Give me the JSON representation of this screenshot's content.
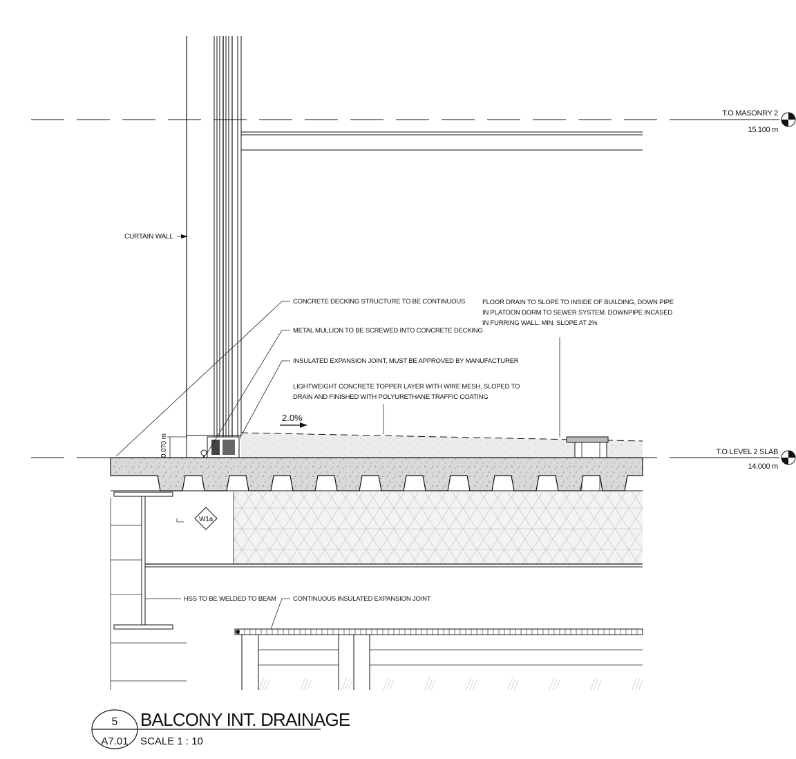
{
  "levels": {
    "masonry": {
      "name": "T.O MASONRY 2",
      "elevation": "15.100 m"
    },
    "slab": {
      "name": "T.O LEVEL 2 SLAB",
      "elevation": "14.000 m"
    }
  },
  "notes": {
    "curtain_wall": "CURTAIN WALL",
    "decking": "CONCRETE DECKING STRUCTURE TO BE CONTINUOUS",
    "mullion": "METAL MULLION TO BE SCREWED INTO CONCRETE DECKING",
    "expansion_joint": "INSULATED EXPANSION JOINT, MUST BE APPROVED BY MANUFACTURER",
    "topper": [
      "LIGHTWEIGHT CONCRETE TOPPER LAYER WITH WIRE MESH, SLOPED TO",
      "DRAIN AND FINISHED WITH POLYURETHANE TRAFFIC COATING"
    ],
    "floor_drain": [
      "FLOOR DRAIN TO SLOPE TO INSIDE OF BUILDING, DOWN PIPE",
      "IN PLATOON DORM TO SEWER SYSTEM. DOWNPIPE INCASED",
      "IN FURRING WALL. MIN. SLOPE AT 2%"
    ],
    "hss": "HSS TO BE WELDED TO BEAM",
    "continuous_joint": "CONTINUOUS INSULATED EXPANSION JOINT"
  },
  "slope": "2.0%",
  "dimension": "0.070 m",
  "wall_tag": "W1a",
  "title_block": {
    "number": "5",
    "sheet": "A7.01",
    "title": "BALCONY INT. DRAINAGE",
    "scale": "SCALE   1 : 10"
  }
}
